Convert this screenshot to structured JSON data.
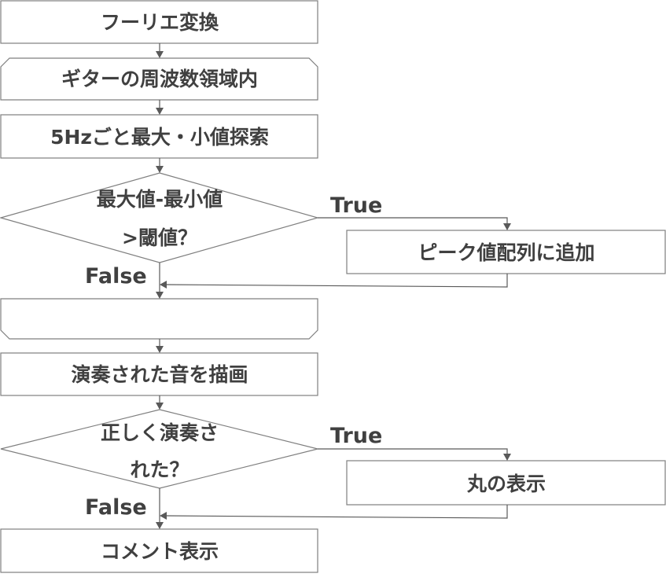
{
  "nodes": {
    "fourier": "フーリエ変換",
    "guitar_range": "ギターの周波数領域内",
    "search": "5Hzごと最大・小値探索",
    "decision1": [
      "最大値-最小値",
      ">閾値？"
    ],
    "add_peak": "ピーク値配列に追加",
    "blank": "",
    "draw_notes": "演奏された音を描画",
    "decision2": [
      "正しく演奏さ",
      "れた？"
    ],
    "circle": "丸の表示",
    "comment": "コメント表示"
  },
  "branches": {
    "true_1": "True",
    "false_1": "False",
    "true_2": "True",
    "false_2": "False"
  },
  "colors": {
    "text": "#404040",
    "border": "#7f7f7f",
    "arrow": "#595959",
    "fill": "#ffffff"
  }
}
